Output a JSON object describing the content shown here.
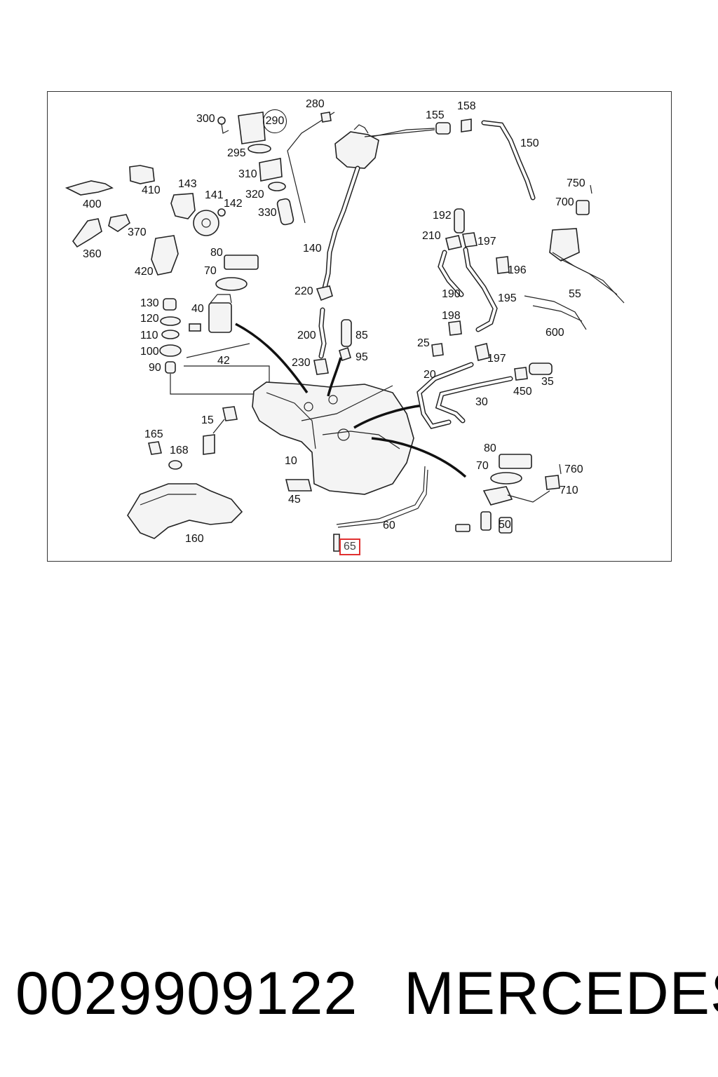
{
  "diagram": {
    "labels": {
      "l300": "300",
      "l290": "290",
      "l280": "280",
      "l155": "155",
      "l158": "158",
      "l150": "150",
      "l295": "295",
      "l310": "310",
      "l320": "320",
      "l330": "330",
      "l410": "410",
      "l400": "400",
      "l143": "143",
      "l141": "141",
      "l142": "142",
      "l370": "370",
      "l360": "360",
      "l420": "420",
      "l140": "140",
      "l220": "220",
      "l200": "200",
      "l230": "230",
      "l85": "85",
      "l95": "95",
      "l80a": "80",
      "l70a": "70",
      "l40": "40",
      "l130": "130",
      "l120": "120",
      "l110": "110",
      "l100": "100",
      "l90": "90",
      "l42": "42",
      "l192": "192",
      "l210": "210",
      "l197a": "197",
      "l196": "196",
      "l190": "190",
      "l195": "195",
      "l198": "198",
      "l25": "25",
      "l197b": "197",
      "l20": "20",
      "l450": "450",
      "l35": "35",
      "l30": "30",
      "l750": "750",
      "l700": "700",
      "l55": "55",
      "l600": "600",
      "l15": "15",
      "l165": "165",
      "l168": "168",
      "l10": "10",
      "l45": "45",
      "l160": "160",
      "l60": "60",
      "l65": "65",
      "l80b": "80",
      "l70b": "70",
      "l760": "760",
      "l710": "710",
      "l50": "50"
    }
  },
  "footer": {
    "part_number": "0029909122",
    "brand": "MERCEDES"
  },
  "colors": {
    "highlight": "#e03030",
    "ink": "#111111"
  }
}
